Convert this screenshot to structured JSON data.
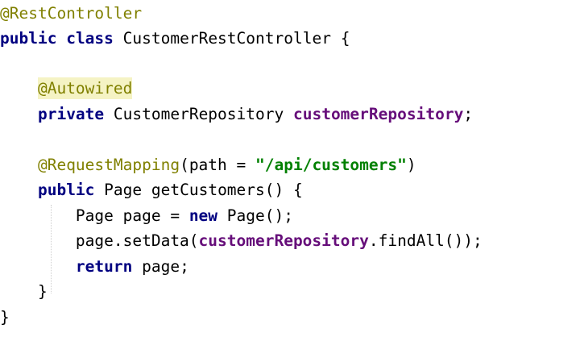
{
  "code": {
    "class_annotation": "@RestController",
    "kw_public": "public",
    "kw_class": "class",
    "class_name": "CustomerRestController",
    "open_brace": "{",
    "autowired_annotation": "@Autowired",
    "kw_private": "private",
    "field_type": "CustomerRepository",
    "field_name": "customerRepository",
    "semicolon": ";",
    "mapping_annotation": "@RequestMapping",
    "mapping_args_prefix": "(path = ",
    "mapping_path": "\"/api/customers\"",
    "mapping_args_suffix": ")",
    "method_return_type": "Page",
    "method_signature": "getCustomers() {",
    "local_decl": "Page page = ",
    "kw_new": "new",
    "constructor_call": "Page();",
    "set_data_prefix": "page.setData(",
    "repo_ref": "customerRepository",
    "set_data_suffix": ".findAll());",
    "kw_return": "return",
    "return_value": "page;",
    "method_close_brace": "}",
    "class_close_brace": "}"
  },
  "colors": {
    "annotation": "#808000",
    "keyword": "#000080",
    "field": "#660e7a",
    "string": "#008000",
    "highlight": "#f5f3c4"
  }
}
